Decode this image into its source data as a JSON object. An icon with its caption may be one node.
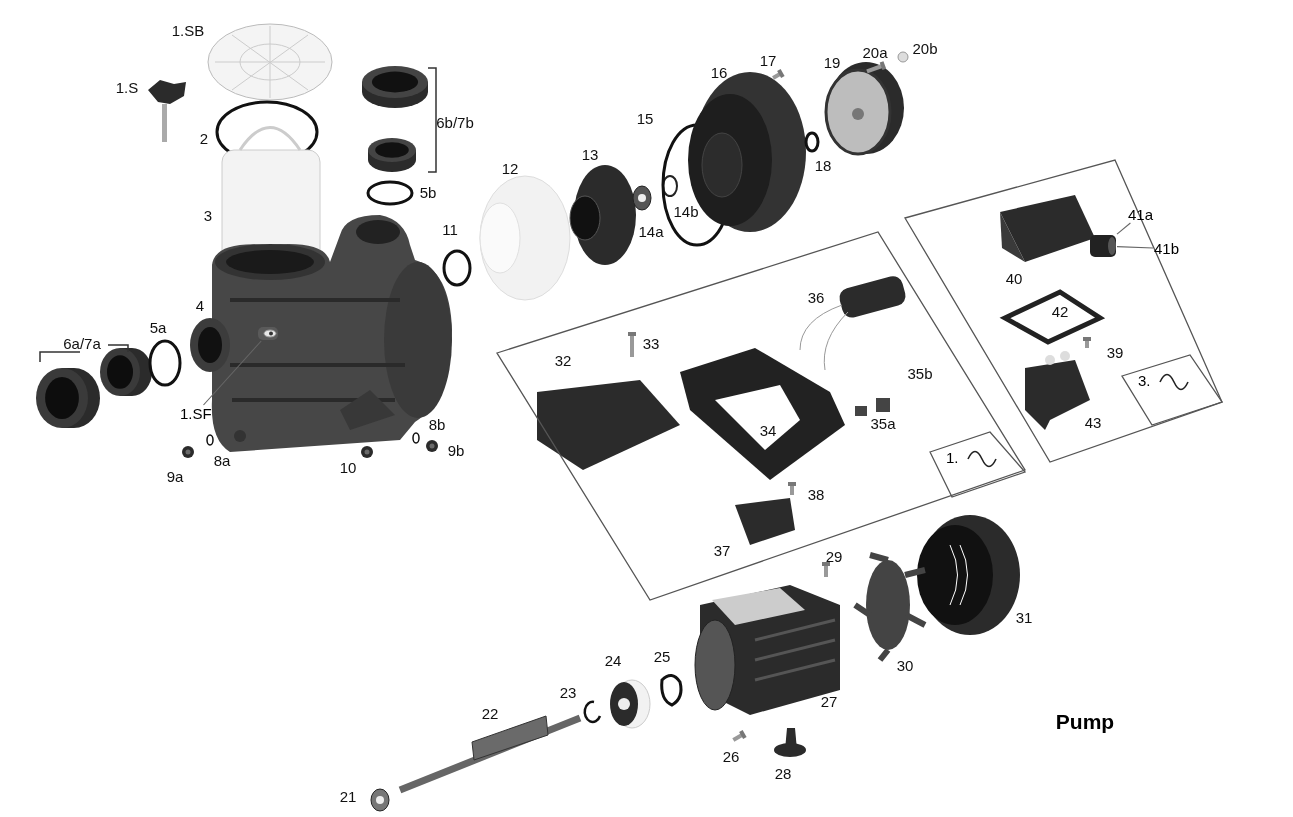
{
  "diagram": {
    "title": "Pump",
    "nodes": [
      {
        "text": [],
        "shape": "box"
      },
      {
        "text": [
          "1."
        ],
        "in": 0
      },
      {
        "text": [],
        "shape": "box"
      },
      {
        "text": [
          "3."
        ],
        "in": 2
      },
      {
        "text": [
          "1.SF"
        ]
      },
      {
        "text": [
          "41a"
        ]
      },
      {
        "text": [
          "41b"
        ]
      },
      {
        "text": [],
        "shape": "picture"
      },
      {
        "text": [],
        "shape": "picture",
        "in": 2
      }
    ],
    "edges": [
      {
        "from": 4,
        "to": 7,
        "arrow": "none"
      },
      {
        "from": 5,
        "to": 8,
        "arrow": "none"
      },
      {
        "from": 6,
        "to": 8,
        "arrow": "none"
      }
    ],
    "labels": [
      "1.SB",
      "20a",
      "20b",
      "17",
      "19",
      "16",
      "1.S",
      "6b/7b",
      "2",
      "15",
      "13",
      "12",
      "18",
      "5b",
      "14a",
      "14b",
      "3",
      "11",
      "40",
      "36",
      "42",
      "4",
      "5a",
      "6a/7a",
      "33",
      "39",
      "32",
      "35b",
      "8b",
      "34",
      "35a",
      "43",
      "9b",
      "8a",
      "10",
      "9a",
      "38",
      "37",
      "29",
      "31",
      "24",
      "25",
      "30",
      "23",
      "22",
      "27",
      "26",
      "28",
      "21"
    ]
  }
}
